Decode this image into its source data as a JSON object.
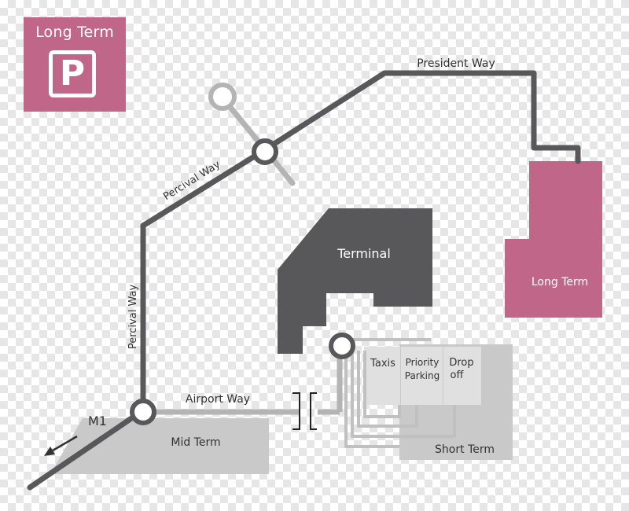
{
  "badge": {
    "title": "Long Term",
    "symbol": "P"
  },
  "roads": {
    "president_way": "President Way",
    "percival_way_upper": "Percival Way",
    "percival_way_lower": "Percival Way",
    "airport_way": "Airport Way",
    "m1": "M1"
  },
  "areas": {
    "terminal": "Terminal",
    "long_term": "Long Term",
    "mid_term": "Mid Term",
    "short_term": "Short Term",
    "taxis": "Taxis",
    "priority_line1": "Priority",
    "priority_line2": "Parking",
    "dropoff_line1": "Drop",
    "dropoff_line2": "off"
  },
  "colors": {
    "road": "#58585a",
    "long_term": "#c06688",
    "terminal": "#58585a",
    "lot": "#c9c9c9",
    "pickup": "#e0e0e0"
  }
}
